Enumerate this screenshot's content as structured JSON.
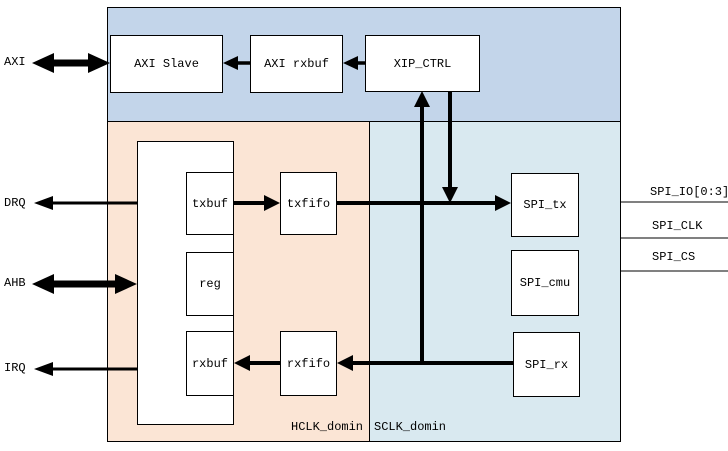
{
  "colors": {
    "axi_region_fill": "#c3d5ea",
    "hclk_region_fill": "#fbe5d5",
    "sclk_region_fill": "#d9e9f0",
    "line_color": "#000000"
  },
  "regions": {
    "hclk_label": "HCLK_domin",
    "sclk_label": "SCLK_domin"
  },
  "blocks": {
    "axi_slave": "AXI Slave",
    "axi_rxbuf": "AXI rxbuf",
    "xip_ctrl": "XIP_CTRL",
    "txbuf": "txbuf",
    "reg": "reg",
    "rxbuf": "rxbuf",
    "txfifo": "txfifo",
    "rxfifo": "rxfifo",
    "spi_tx": "SPI_tx",
    "spi_cmu": "SPI_cmu",
    "spi_rx": "SPI_rx"
  },
  "left_ports": {
    "axi": "AXI",
    "drq": "DRQ",
    "ahb": "AHB",
    "irq": "IRQ"
  },
  "right_ports": {
    "spi_io": "SPI_IO[0:3]",
    "spi_clk": "SPI_CLK",
    "spi_cs": "SPI_CS"
  }
}
